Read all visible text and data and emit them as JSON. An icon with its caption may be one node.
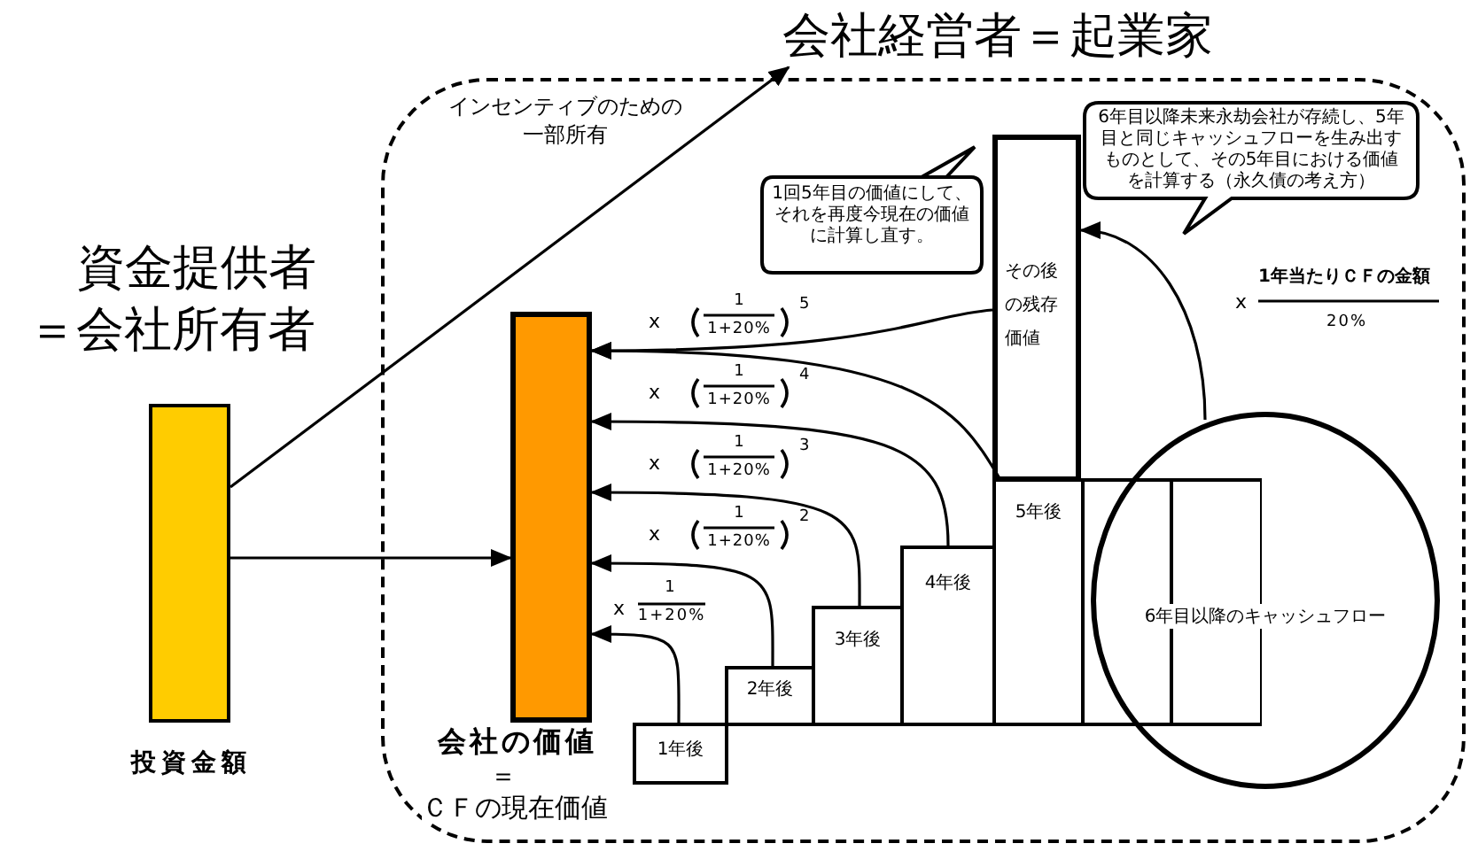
{
  "diagram": {
    "nodes": [
      {
        "text": [
          "会社経営者＝起業家"
        ]
      },
      {
        "text": [],
        "shape": "bar",
        "beside": [
          "資金提供者＝会社所有者",
          "投資金額"
        ]
      },
      {
        "text": [],
        "shape": "box"
      },
      {
        "text": [],
        "shape": "bar",
        "in": 2,
        "beside": [
          "会社の価値",
          "＝ＣＦの現在価値"
        ]
      },
      {
        "text": [
          "1回5年目の価値にして、それを再度今現在の価値に計算し直す。"
        ],
        "in": 2
      },
      {
        "text": [
          "その後の残存価値"
        ],
        "in": 2
      },
      {
        "text": [
          "6年目以降未来永劫会社が存続し、5年目と同じキャッシュフローを生み出すものとして、その5年目における価値を計算する（永久債の考え方）"
        ],
        "in": 2
      },
      {
        "text": [
          "1年後"
        ],
        "in": 2
      },
      {
        "text": [
          "2年後"
        ],
        "in": 2
      },
      {
        "text": [
          "3年後"
        ],
        "in": 2
      },
      {
        "text": [
          "4年後"
        ],
        "in": 2
      },
      {
        "text": [
          "5年後"
        ],
        "in": 2
      },
      {
        "text": [],
        "shape": "box",
        "in": 2
      },
      {
        "text": [
          "6年目以降のキャッシュフロー"
        ],
        "in": 2
      },
      {
        "text": [],
        "shape": "box",
        "in": 13
      }
    ],
    "edges": [
      {
        "from": 1,
        "to": 3,
        "arrow": "to"
      },
      {
        "from": 1,
        "to": 0,
        "arrow": "to",
        "label": "インセンティブのための一部所有"
      },
      {
        "from": 5,
        "to": 3,
        "arrow": "to"
      },
      {
        "from": 11,
        "to": 3,
        "arrow": "to"
      },
      {
        "from": 10,
        "to": 3,
        "arrow": "to"
      },
      {
        "from": 9,
        "to": 3,
        "arrow": "to"
      },
      {
        "from": 8,
        "to": 3,
        "arrow": "to"
      },
      {
        "from": 7,
        "to": 3,
        "arrow": "to"
      },
      {
        "from": 13,
        "to": 5,
        "arrow": "to"
      }
    ],
    "labels": [
      "x",
      "1年当たりＣＦの金額",
      "20%",
      "x",
      "1",
      "1+20%",
      "5",
      "x",
      "1",
      "1+20%",
      "4",
      "x",
      "1",
      "1+20%",
      "3",
      "x",
      "1",
      "1+20%",
      "2",
      "x",
      "1",
      "1+20%"
    ]
  }
}
